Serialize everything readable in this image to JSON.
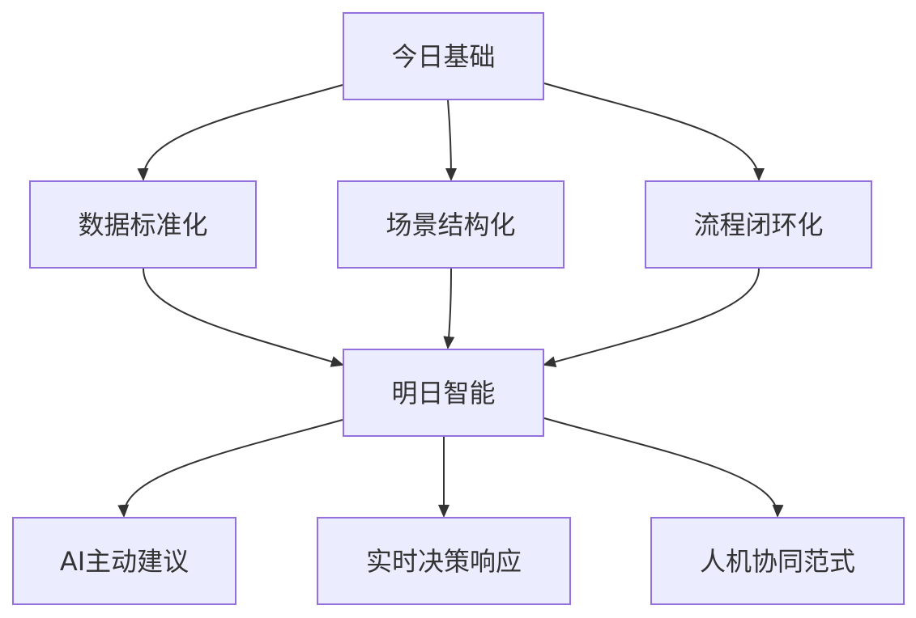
{
  "nodes": [
    {
      "id": "today_foundation",
      "label": "今日基础"
    },
    {
      "id": "data_standardization",
      "label": "数据标准化"
    },
    {
      "id": "scenario_structuring",
      "label": "场景结构化"
    },
    {
      "id": "process_closed_loop",
      "label": "流程闭环化"
    },
    {
      "id": "tomorrow_intelligence",
      "label": "明日智能"
    },
    {
      "id": "ai_proactive_suggestion",
      "label": "AI主动建议"
    },
    {
      "id": "realtime_decision_response",
      "label": "实时决策响应"
    },
    {
      "id": "human_machine_collaboration",
      "label": "人机协同范式"
    }
  ],
  "edges": [
    {
      "from": "today_foundation",
      "to": "data_standardization"
    },
    {
      "from": "today_foundation",
      "to": "scenario_structuring"
    },
    {
      "from": "today_foundation",
      "to": "process_closed_loop"
    },
    {
      "from": "data_standardization",
      "to": "tomorrow_intelligence"
    },
    {
      "from": "scenario_structuring",
      "to": "tomorrow_intelligence"
    },
    {
      "from": "process_closed_loop",
      "to": "tomorrow_intelligence"
    },
    {
      "from": "tomorrow_intelligence",
      "to": "ai_proactive_suggestion"
    },
    {
      "from": "tomorrow_intelligence",
      "to": "realtime_decision_response"
    },
    {
      "from": "tomorrow_intelligence",
      "to": "human_machine_collaboration"
    }
  ],
  "colors": {
    "node_fill": "#ececff",
    "node_border": "#9370db",
    "text": "#333333",
    "edge": "#333333"
  }
}
